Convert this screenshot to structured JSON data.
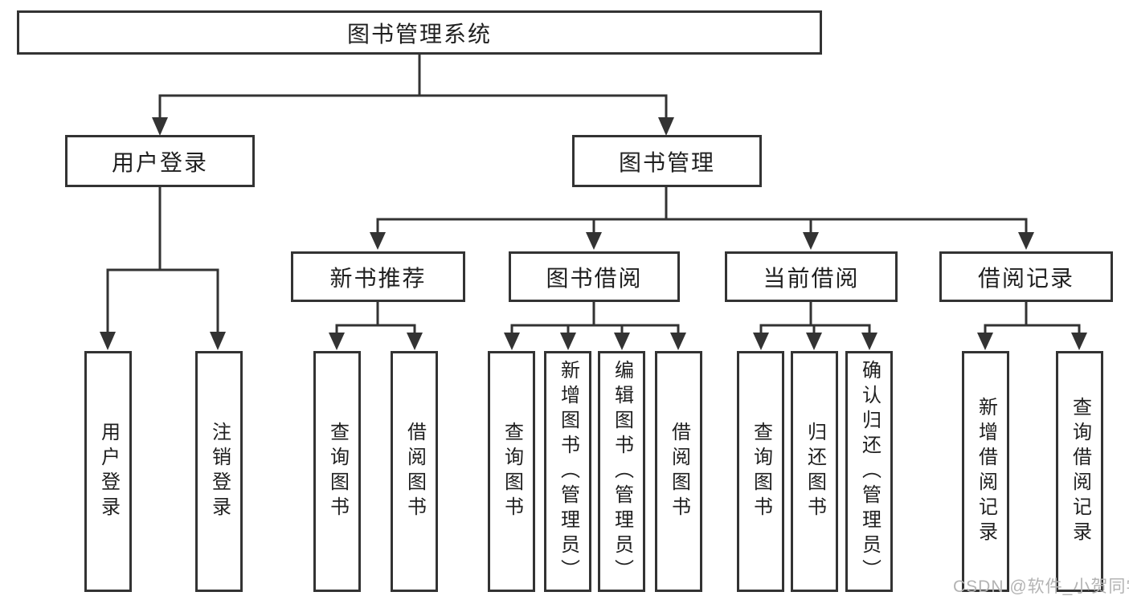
{
  "title": "图书管理系统",
  "tree": {
    "root": {
      "label": "图书管理系统"
    },
    "branches": [
      {
        "label": "用户登录",
        "children": [
          {
            "label": "用户登录"
          },
          {
            "label": "注销登录"
          }
        ]
      },
      {
        "label": "图书管理",
        "groups": [
          {
            "label": "新书推荐",
            "children": [
              {
                "label": "查询图书"
              },
              {
                "label": "借阅图书"
              }
            ]
          },
          {
            "label": "图书借阅",
            "children": [
              {
                "label": "查询图书"
              },
              {
                "label": "新增图书（管理员）"
              },
              {
                "label": "编辑图书（管理员）"
              },
              {
                "label": "借阅图书"
              }
            ]
          },
          {
            "label": "当前借阅",
            "children": [
              {
                "label": "查询图书"
              },
              {
                "label": "归还图书"
              },
              {
                "label": "确认归还（管理员）"
              }
            ]
          },
          {
            "label": "借阅记录",
            "children": [
              {
                "label": "新增借阅记录"
              },
              {
                "label": "查询借阅记录"
              }
            ]
          }
        ]
      }
    ]
  },
  "watermark": "CSDN @软件_小贺同学",
  "colors": {
    "line": "#333333",
    "text": "#1f1f1f",
    "watermark": "#b3b3b3",
    "background": "#ffffff"
  }
}
